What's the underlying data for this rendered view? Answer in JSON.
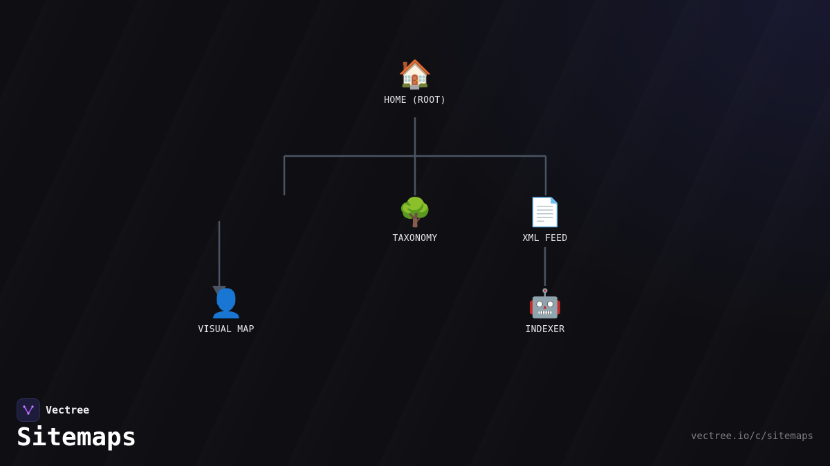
{
  "colors": {
    "background": "#0f0f13",
    "connector": "#4b5563",
    "arrow_head": "#4b5563",
    "label": "#e4e4ea",
    "url": "#7c7c86",
    "logo_bg": "#1d1c3a",
    "logo_accent": "#a855f7"
  },
  "nodes": {
    "home": {
      "label": "HOME (ROOT)",
      "icon": "house-icon",
      "glyph": "🏠"
    },
    "taxonomy": {
      "label": "TAXONOMY",
      "icon": "tree-icon",
      "glyph": "🌳"
    },
    "xml_feed": {
      "label": "XML FEED",
      "icon": "document-icon",
      "glyph": "📄"
    },
    "visual_map": {
      "label": "VISUAL MAP",
      "icon": "user-silhouette-icon",
      "glyph": "👤"
    },
    "indexer": {
      "label": "INDEXER",
      "icon": "robot-icon",
      "glyph": "🤖"
    }
  },
  "brand": {
    "name": "Vectree",
    "logo_icon": "vectree-logo-icon"
  },
  "page": {
    "title": "Sitemaps",
    "url": "vectree.io/c/sitemaps"
  }
}
